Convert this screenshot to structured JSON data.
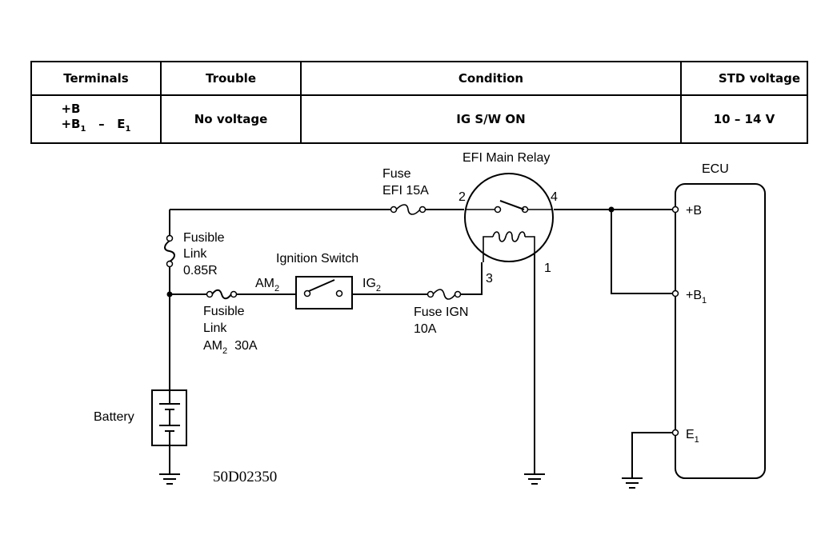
{
  "table": {
    "headers": {
      "terminals": "Terminals",
      "trouble": "Trouble",
      "condition": "Condition",
      "std_voltage": "STD voltage"
    },
    "row": {
      "terminal_b": "+B",
      "terminal_b1_base": "+B",
      "terminal_b1_sub": "1",
      "terminal_dash": "–",
      "terminal_e_base": "E",
      "terminal_e_sub": "1",
      "trouble": "No voltage",
      "condition": "IG S/W ON",
      "std_voltage": "10 – 14 V"
    }
  },
  "diagram": {
    "efi_relay_label": "EFI Main Relay",
    "fuse_efi_line1": "Fuse",
    "fuse_efi_line2": "EFI 15A",
    "relay_pin_2": "2",
    "relay_pin_4": "4",
    "relay_pin_3": "3",
    "relay_pin_1": "1",
    "ecu_label": "ECU",
    "ecu_b_label": "+B",
    "ecu_b1_base": "+B",
    "ecu_b1_sub": "1",
    "ecu_e1_base": "E",
    "ecu_e1_sub": "1",
    "fusible_link_1_line1": "Fusible",
    "fusible_link_1_line2": "Link",
    "fusible_link_1_line3": "0.85R",
    "ignition_switch_label": "Ignition Switch",
    "am2_base": "AM",
    "am2_sub": "2",
    "ig2_base": "IG",
    "ig2_sub": "2",
    "fuse_ign_line1": "Fuse IGN",
    "fuse_ign_line2": "10A",
    "fusible_link_2_line1": "Fusible",
    "fusible_link_2_line2": "Link",
    "fusible_link_2_line3_base": "AM",
    "fusible_link_2_line3_sub": "2",
    "fusible_link_2_line3_rating": "30A",
    "battery_label": "Battery",
    "drawing_code": "50D02350"
  }
}
